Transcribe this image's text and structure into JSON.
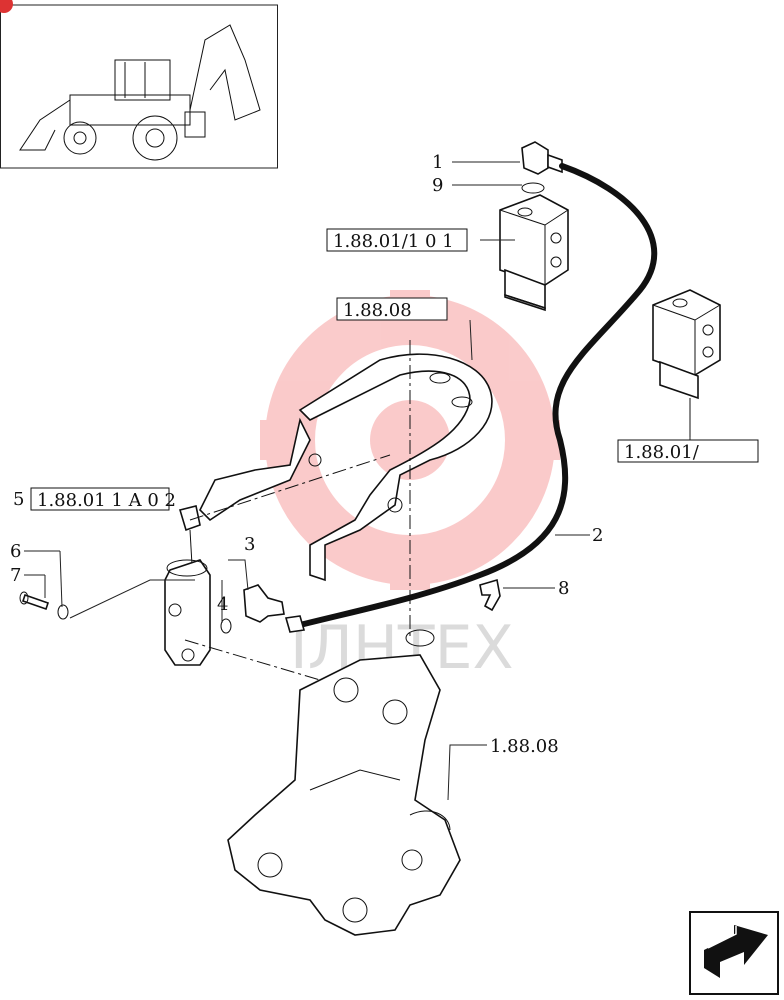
{
  "diagram": {
    "refs": {
      "valve_top": "1.88.01/1 0 1",
      "bracket": "1.88.08",
      "valve_right": "1.88.01/",
      "cylinder_left": "1.88.01 1 A 0 2",
      "frame": "1.88.08"
    },
    "callouts": {
      "p1": "1",
      "p9": "9",
      "p2": "2",
      "p3": "3",
      "p4": "4",
      "p5": "5",
      "p6": "6",
      "p7": "7",
      "p8": "8"
    },
    "watermark": "IЛНТЕХ",
    "nav_icon": "arrow-next-icon",
    "thumbnail_icon": "backhoe-loader-icon"
  }
}
